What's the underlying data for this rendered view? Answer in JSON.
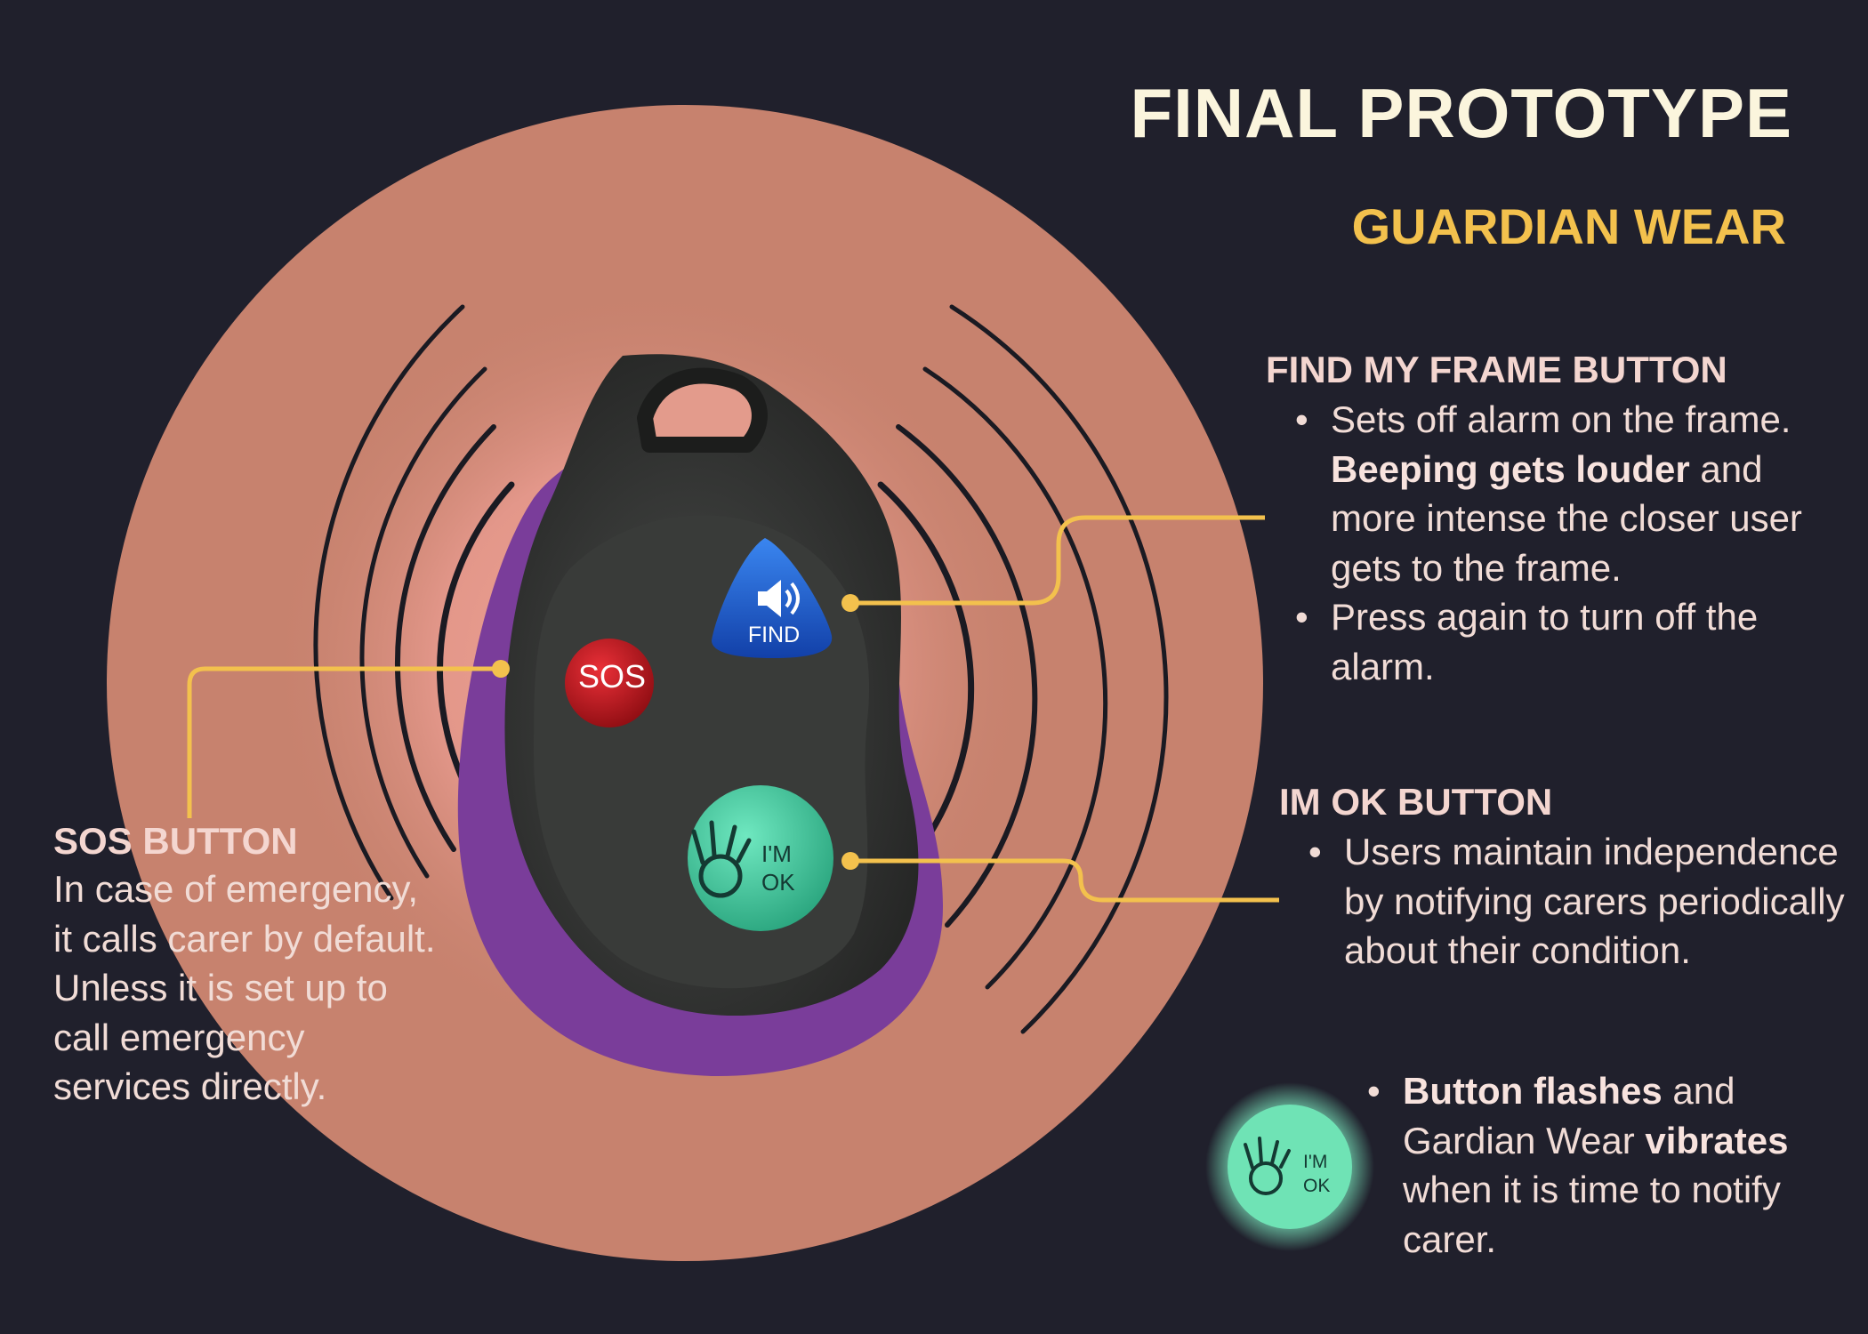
{
  "header": {
    "title": "FINAL PROTOTYPE",
    "subtitle": "GUARDIAN WEAR"
  },
  "device": {
    "sos_button_label": "SOS",
    "find_button_label": "FIND",
    "ok_button_label_line1": "I'M",
    "ok_button_label_line2": "OK"
  },
  "find_section": {
    "heading": "FIND MY FRAME BUTTON",
    "bullet1_a": "Sets off alarm on the frame. ",
    "bullet1_bold": "Beeping gets louder",
    "bullet1_b": " and more intense the closer user gets to the frame.",
    "bullet2": "Press again to turn off the alarm."
  },
  "ok_section": {
    "heading": "IM OK BUTTON",
    "bullet1": "Users maintain independence by notifying carers periodically about their condition.",
    "bullet2_bold1": "Button flashes",
    "bullet2_a": " and Gardian Wear ",
    "bullet2_bold2": "vibrates",
    "bullet2_b": " when it is time to notify carer."
  },
  "sos_section": {
    "heading": "SOS BUTTON",
    "text": "In case of emergency,  it calls carer by default. Unless it is set up to call emergency services directly."
  },
  "colors": {
    "background": "#20202c",
    "halo": "#c7826e",
    "accent_yellow": "#f3c14d",
    "title": "#fbf5dd",
    "device_body": "#3b3d3b",
    "device_rim": "#7a3d9a",
    "sos_button": "#c7141c",
    "find_button": "#1f5ed0",
    "ok_button": "#4bd6a8"
  },
  "icons": [
    "speaker-icon",
    "ok-hand-icon"
  ]
}
